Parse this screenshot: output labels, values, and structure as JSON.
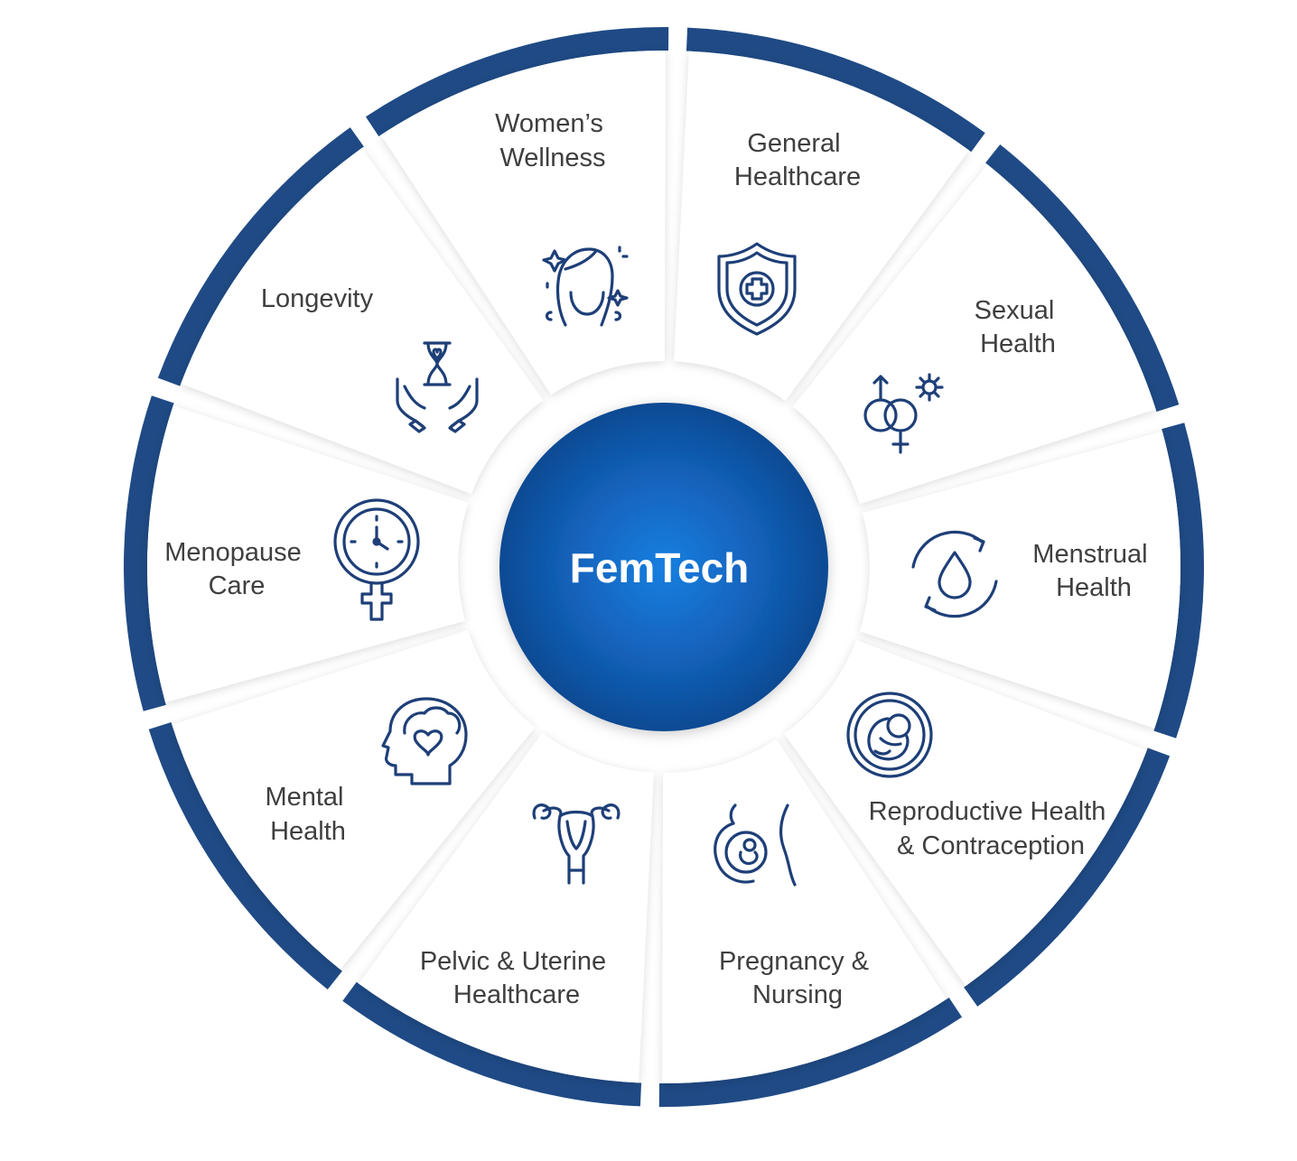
{
  "center": {
    "label": "FemTech"
  },
  "colors": {
    "ring": "#1f4a85",
    "icon": "#1e3f78",
    "center": "#1565c0",
    "text": "#3f3f3f"
  },
  "segments": [
    {
      "id": "general-healthcare",
      "lines": [
        "General",
        "Healthcare"
      ],
      "icon": "shield-cross-icon"
    },
    {
      "id": "sexual-health",
      "lines": [
        "Sexual",
        "Health"
      ],
      "icon": "gender-symbols-icon"
    },
    {
      "id": "menstrual-health",
      "lines": [
        "Menstrual",
        "Health"
      ],
      "icon": "cycle-drop-icon"
    },
    {
      "id": "reproductive-health",
      "lines": [
        "Reproductive Health",
        "& Contraception"
      ],
      "icon": "fetus-icon"
    },
    {
      "id": "pregnancy-nursing",
      "lines": [
        "Pregnancy &",
        "Nursing"
      ],
      "icon": "pregnant-belly-icon"
    },
    {
      "id": "pelvic-uterine",
      "lines": [
        "Pelvic & Uterine",
        "Healthcare"
      ],
      "icon": "uterus-icon"
    },
    {
      "id": "mental-health",
      "lines": [
        "Mental",
        "Health"
      ],
      "icon": "brain-heart-icon"
    },
    {
      "id": "menopause-care",
      "lines": [
        "Menopause",
        "Care"
      ],
      "icon": "clock-female-icon"
    },
    {
      "id": "longevity",
      "lines": [
        "Longevity"
      ],
      "icon": "hourglass-hands-icon"
    },
    {
      "id": "womens-wellness",
      "lines": [
        "Women’s",
        "Wellness"
      ],
      "icon": "woman-face-icon"
    }
  ]
}
